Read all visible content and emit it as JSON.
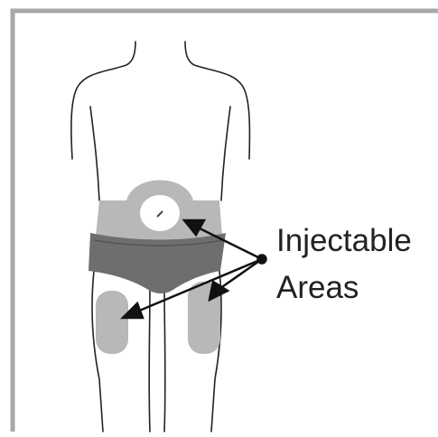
{
  "diagram": {
    "label_line1": "Injectable",
    "label_line2": "Areas",
    "colors": {
      "frame": "#a8a8a8",
      "outline": "#222222",
      "injection_area": "#b8b8b8",
      "underwear": "#6e6e6e",
      "navel_zone": "#ffffff",
      "arrow": "#111111"
    },
    "regions": [
      "abdomen-band",
      "right-thigh",
      "left-thigh"
    ]
  }
}
